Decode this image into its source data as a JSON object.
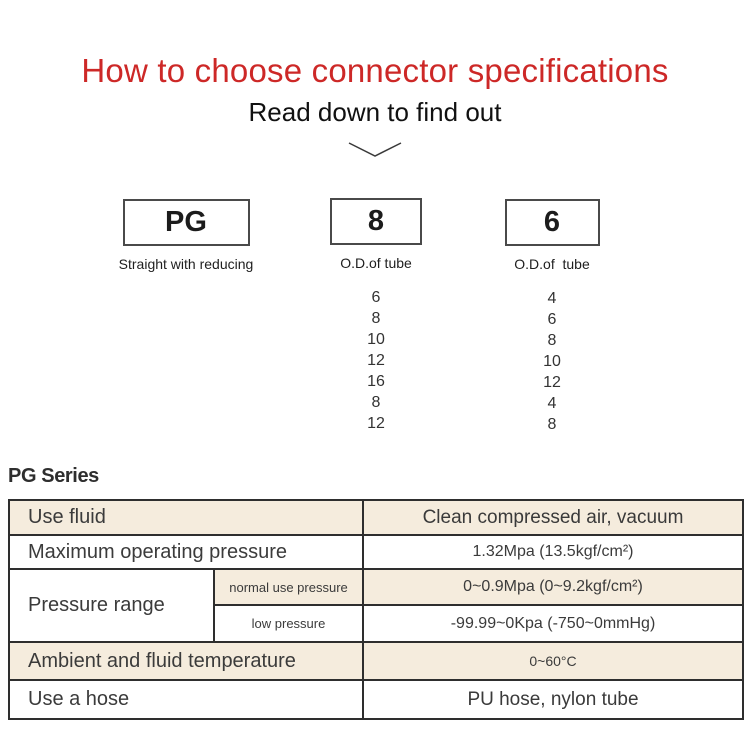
{
  "header": {
    "title": "How to choose connector specifications",
    "subtitle": "Read down to find out"
  },
  "selector": {
    "columns": [
      {
        "code": "PG",
        "caption": "Straight with reducing",
        "sizes": []
      },
      {
        "code": "8",
        "caption": "O.D.of tube",
        "sizes": [
          "6",
          "8",
          "10",
          "12",
          "16",
          "8",
          "12"
        ]
      },
      {
        "code": "6",
        "caption": "O.D.of  tube",
        "sizes": [
          "4",
          "6",
          "8",
          "10",
          "12",
          "4",
          "8"
        ]
      }
    ]
  },
  "series": {
    "heading": "PG Series",
    "table": {
      "use_fluid": {
        "label": "Use fluid",
        "value": "Clean compressed air, vacuum"
      },
      "max_pressure": {
        "label": "Maximum operating pressure",
        "value": "1.32Mpa  (13.5kgf/cm²)"
      },
      "pressure_range": {
        "label": "Pressure range",
        "normal": {
          "label": "normal use pressure",
          "value": "0~0.9Mpa  (0~9.2kgf/cm²)"
        },
        "low": {
          "label": "low pressure",
          "value": "-99.99~0Kpa  (-750~0mmHg)"
        }
      },
      "ambient": {
        "label": "Ambient and fluid temperature",
        "value": "0~60°C"
      },
      "hose": {
        "label": "Use a hose",
        "value": "PU hose, nylon tube"
      }
    }
  },
  "icons": {
    "chevron": "chevron-down-icon"
  },
  "colors": {
    "title_red": "#cd2827",
    "row_cream": "#f5ecdd",
    "table_border": "#2e2e2e",
    "box_border": "#4a4a4a"
  }
}
